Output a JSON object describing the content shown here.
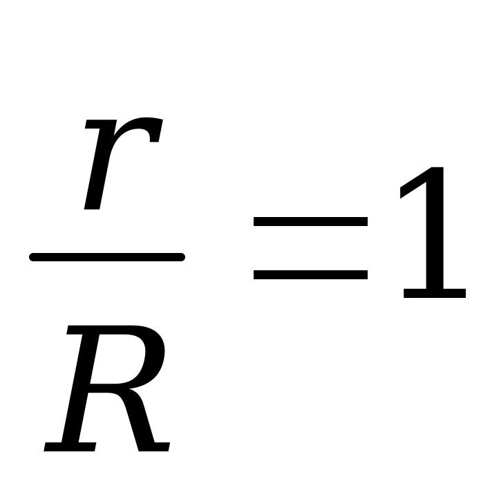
{
  "equation": {
    "numerator": "r",
    "denominator": "R",
    "operator": "=",
    "rhs": "1"
  },
  "colors": {
    "background": "#ffffff",
    "ink": "#000000"
  }
}
